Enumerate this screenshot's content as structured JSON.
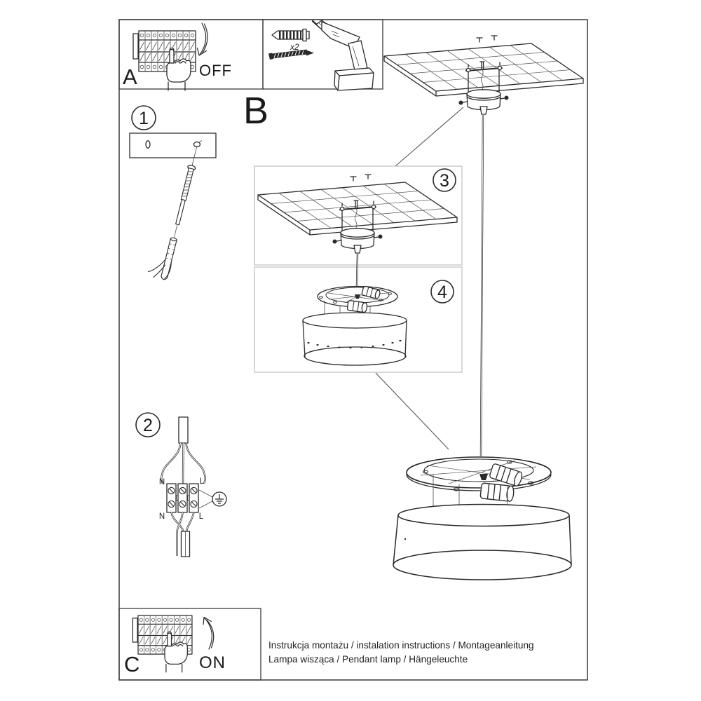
{
  "panels": {
    "a": {
      "label": "A",
      "state": "OFF"
    },
    "b": {
      "label": "B"
    },
    "c": {
      "label": "C",
      "state": "ON"
    },
    "tools": {
      "qty_label": "x2"
    }
  },
  "steps": {
    "s1": "1",
    "s2": "2",
    "s3": "3",
    "s4": "4"
  },
  "wiring": {
    "top_left": "N",
    "top_right": "L",
    "bottom_left": "N",
    "bottom_right": "L"
  },
  "footer": {
    "line1": "Instrukcja montażu / instalation instructions / Montageanleitung",
    "line2": "Lampa wisząca / Pendant lamp / Hängeleuchte"
  },
  "colors": {
    "line": "#2a2a2a",
    "background": "#ffffff",
    "inset_border": "#bfbfbf"
  }
}
